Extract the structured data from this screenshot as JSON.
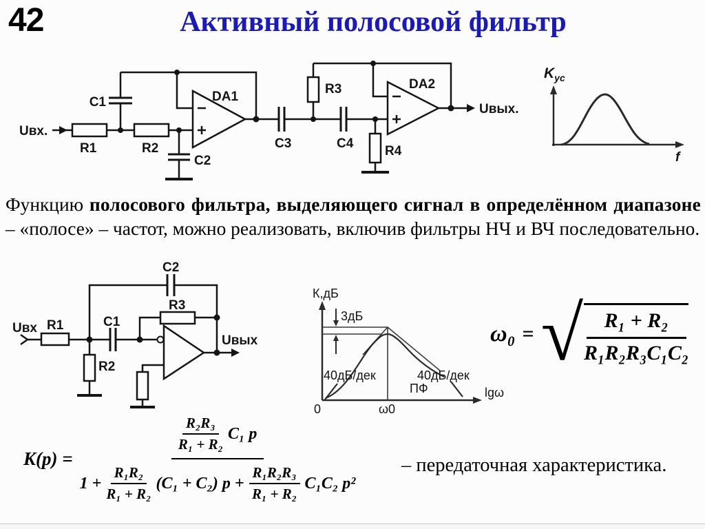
{
  "page": {
    "number": "42",
    "title": "Активный полосовой фильтр",
    "title_color": "#1a1abc"
  },
  "paragraph": {
    "lead": "Функцию ",
    "bold": "полосового фильтра, выделяющего сигнал в определённом диапазоне",
    "rest": " – «полосе» – частот, можно реализовать, включив фильтры НЧ и ВЧ последовательно."
  },
  "circuit_top": {
    "input": "Uвх.",
    "output": "Uвых.",
    "r1": "R1",
    "r2": "R2",
    "r3": "R3",
    "r4": "R4",
    "c1": "C1",
    "c2": "C2",
    "c3": "C3",
    "c4": "C4",
    "da1": "DA1",
    "da2": "DA2"
  },
  "response_curve": {
    "k": "K",
    "k_sub": "ус",
    "x_label": "f"
  },
  "circuit_bottom": {
    "input": "Uвх",
    "output": "Uвых",
    "r1": "R1",
    "r2": "R2",
    "r3": "R3",
    "c1": "C1",
    "c2": "C2"
  },
  "bode_plot": {
    "y_label": "К,дБ",
    "x_label": "lgω",
    "origin_label": "0",
    "center_freq_label": "ω0",
    "ripple_label": "3дБ",
    "slope_left_label": "40дБ/дек",
    "slope_right_label": "40дБ/дек",
    "filter_label": "ПФ"
  },
  "formula_omega": {
    "lhs": "ω₀",
    "eq": "=",
    "radical": "√",
    "num": "R₁ + R₂",
    "den": "R₁R₂R₃C₁C₂"
  },
  "formula_kp": {
    "lhs": "K(p) =",
    "num_frac_num": "R₂R₃",
    "num_frac_den": "R₁ + R₂",
    "num_tail": "C₁ p",
    "den_lead": "1 +",
    "den_frac1_num": "R₁R₂",
    "den_frac1_den": "R₁ + R₂",
    "den_mid": "(C₁ + C₂) p +",
    "den_frac2_num": "R₁R₂R₃",
    "den_frac2_den": "R₁ + R₂",
    "den_tail": "C₁C₂ p²"
  },
  "caption": "– передаточная характеристика."
}
